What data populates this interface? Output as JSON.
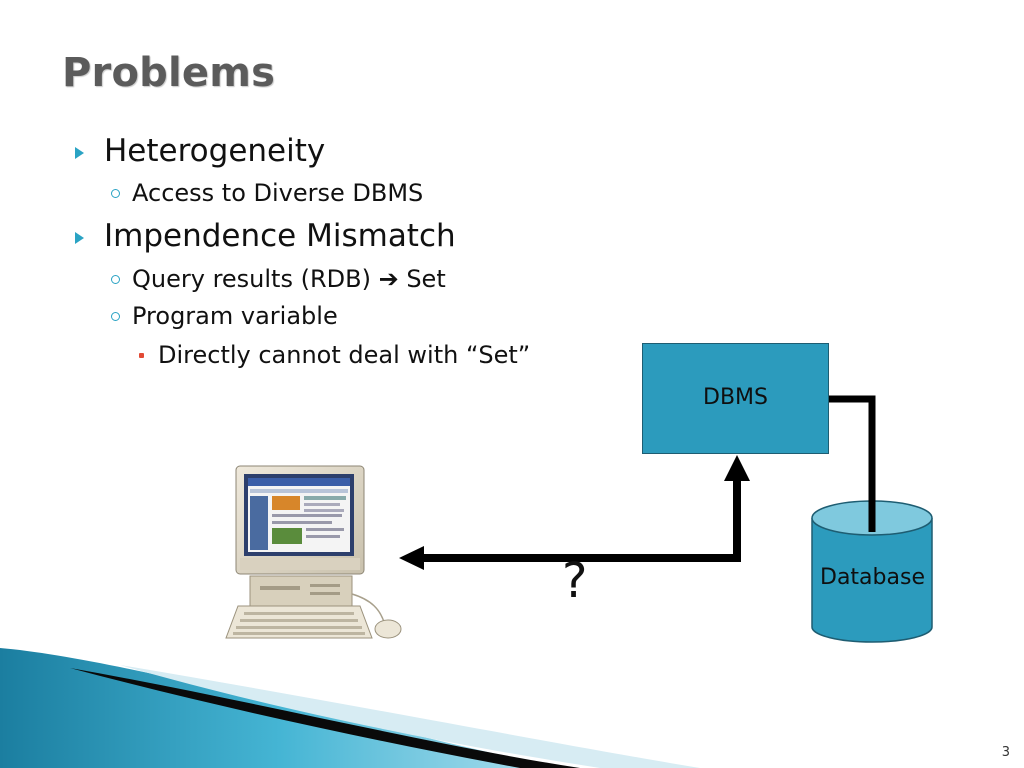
{
  "slide": {
    "title": "Problems",
    "bullets": [
      {
        "text": "Heterogeneity",
        "children": [
          {
            "text": "Access to Diverse DBMS"
          }
        ]
      },
      {
        "text": "Impendence Mismatch",
        "children": [
          {
            "text": "Query results (RDB) ➔ Set"
          },
          {
            "text": "Program variable",
            "children": [
              {
                "text": "Directly cannot deal with “Set”"
              }
            ]
          }
        ]
      }
    ],
    "page_number": "3"
  },
  "diagram": {
    "dbms_label": "DBMS",
    "database_label": "Database",
    "question_mark": "?",
    "colors": {
      "box": "#2c9bbd",
      "cylinder_top": "#7fc9de",
      "accent": "#2aa3c4"
    }
  }
}
